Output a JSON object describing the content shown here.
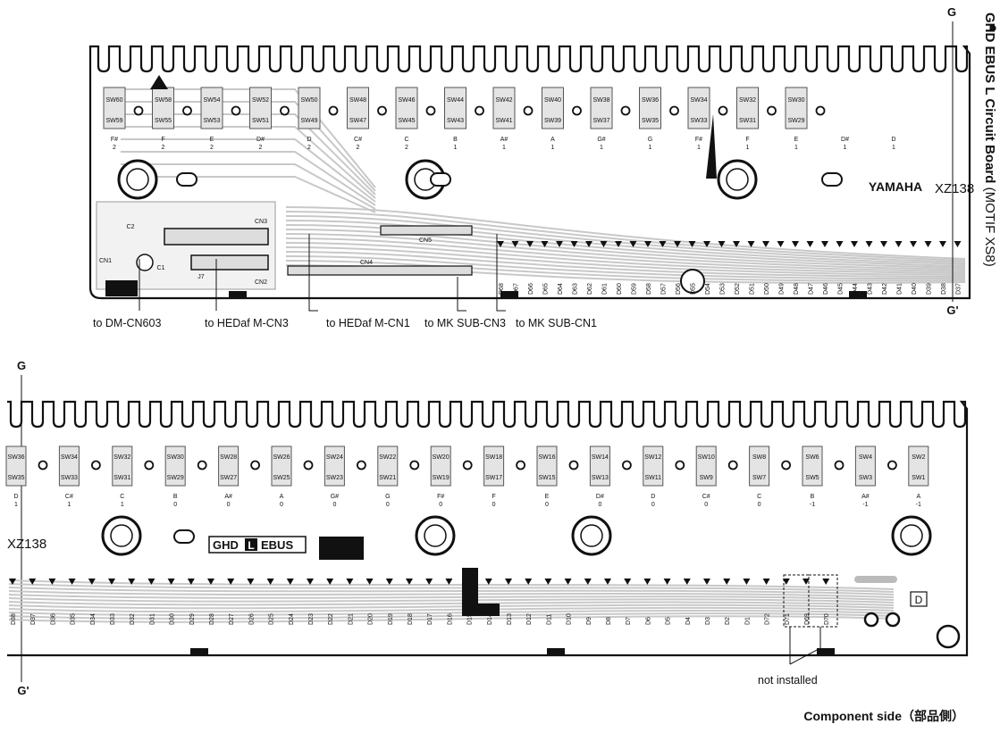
{
  "title": {
    "main": "GHD EBUS L Circuit Board",
    "sub": " (MOTIF XS8)"
  },
  "markers": {
    "g": "G",
    "g_prime": "G'"
  },
  "footer": "Component side（部品側）",
  "top_board": {
    "brand": "YAMAHA",
    "model": "XZ138",
    "connectors": [
      "CN1",
      "CN2",
      "CN3",
      "CN4",
      "CN5",
      "C1",
      "C2",
      "J7"
    ],
    "switches": [
      [
        "SW60",
        "SW59"
      ],
      [
        "SW58",
        "SW55"
      ],
      [
        "SW54",
        "SW53"
      ],
      [
        "SW52",
        "SW51"
      ],
      [
        "SW50",
        "SW49"
      ],
      [
        "SW48",
        "SW47"
      ],
      [
        "SW46",
        "SW45"
      ],
      [
        "SW44",
        "SW43"
      ],
      [
        "SW42",
        "SW41"
      ],
      [
        "SW40",
        "SW39"
      ],
      [
        "SW38",
        "SW37"
      ],
      [
        "SW36",
        "SW35"
      ],
      [
        "SW34",
        "SW33"
      ],
      [
        "SW32",
        "SW31"
      ],
      [
        "SW30",
        "SW29"
      ]
    ],
    "keys": [
      [
        "F#",
        "2"
      ],
      [
        "F",
        "2"
      ],
      [
        "E",
        "2"
      ],
      [
        "D#",
        "2"
      ],
      [
        "D",
        "2"
      ],
      [
        "C#",
        "2"
      ],
      [
        "C",
        "2"
      ],
      [
        "B",
        "1"
      ],
      [
        "A#",
        "1"
      ],
      [
        "A",
        "1"
      ],
      [
        "G#",
        "1"
      ],
      [
        "G",
        "1"
      ],
      [
        "F#",
        "1"
      ],
      [
        "F",
        "1"
      ],
      [
        "E",
        "1"
      ],
      [
        "D#",
        "1"
      ],
      [
        "D",
        "1"
      ]
    ],
    "diodes": [
      "D68",
      "D67",
      "D66",
      "D65",
      "D64",
      "D63",
      "D62",
      "D61",
      "D60",
      "D59",
      "D58",
      "D57",
      "D56",
      "D55",
      "D54",
      "D53",
      "D52",
      "D51",
      "D50",
      "D49",
      "D48",
      "D47",
      "D46",
      "D45",
      "D44",
      "D43",
      "D42",
      "D41",
      "D40",
      "D39",
      "D38",
      "D37"
    ],
    "callouts": [
      "to DM-CN603",
      "to HEDaf M-CN3",
      "to HEDaf M-CN1",
      "to MK SUB-CN3",
      "to MK SUB-CN1"
    ]
  },
  "bottom_board": {
    "label_left": "GHD",
    "label_mid": "L",
    "label_right": "EBUS",
    "model": "XZ138",
    "badge": "D",
    "switches": [
      [
        "SW36",
        "SW35"
      ],
      [
        "SW34",
        "SW33"
      ],
      [
        "SW32",
        "SW31"
      ],
      [
        "SW30",
        "SW29"
      ],
      [
        "SW28",
        "SW27"
      ],
      [
        "SW26",
        "SW25"
      ],
      [
        "SW24",
        "SW23"
      ],
      [
        "SW22",
        "SW21"
      ],
      [
        "SW20",
        "SW19"
      ],
      [
        "SW18",
        "SW17"
      ],
      [
        "SW16",
        "SW15"
      ],
      [
        "SW14",
        "SW13"
      ],
      [
        "SW12",
        "SW11"
      ],
      [
        "SW10",
        "SW9"
      ],
      [
        "SW8",
        "SW7"
      ],
      [
        "SW6",
        "SW5"
      ],
      [
        "SW4",
        "SW3"
      ],
      [
        "SW2",
        "SW1"
      ]
    ],
    "keys": [
      [
        "D",
        "1"
      ],
      [
        "C#",
        "1"
      ],
      [
        "C",
        "1"
      ],
      [
        "B",
        "0"
      ],
      [
        "A#",
        "0"
      ],
      [
        "A",
        "0"
      ],
      [
        "G#",
        "0"
      ],
      [
        "G",
        "0"
      ],
      [
        "F#",
        "0"
      ],
      [
        "F",
        "0"
      ],
      [
        "E",
        "0"
      ],
      [
        "D#",
        "0"
      ],
      [
        "D",
        "0"
      ],
      [
        "C#",
        "0"
      ],
      [
        "C",
        "0"
      ],
      [
        "B",
        "-1"
      ],
      [
        "A#",
        "-1"
      ],
      [
        "A",
        "-1"
      ]
    ],
    "diodes": [
      "D38",
      "D37",
      "D36",
      "D35",
      "D34",
      "D33",
      "D32",
      "D31",
      "D30",
      "D29",
      "D28",
      "D27",
      "D26",
      "D25",
      "D24",
      "D23",
      "D22",
      "D21",
      "D20",
      "D19",
      "D18",
      "D17",
      "D16",
      "D15",
      "D14",
      "D13",
      "D12",
      "D11",
      "D10",
      "D9",
      "D8",
      "D7",
      "D6",
      "D5",
      "D4",
      "D3",
      "D2",
      "D1",
      "D72",
      "D71",
      "D69",
      "D70"
    ],
    "callouts": [
      "not installed"
    ]
  },
  "colors": {
    "board": "#ffffff",
    "trace": "#c8c8c8",
    "ink": "#111111",
    "pad": "#e4e4e4"
  }
}
